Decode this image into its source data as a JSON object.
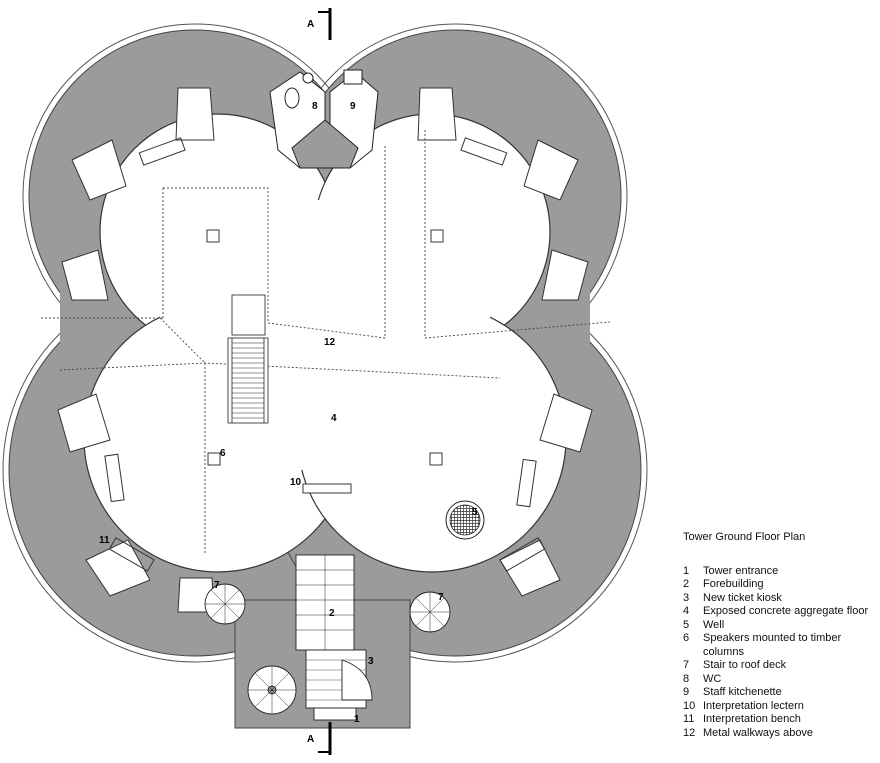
{
  "section_marker": {
    "top": "A",
    "bottom": "A"
  },
  "labels": {
    "l1": "1",
    "l2": "2",
    "l3": "3",
    "l4": "4",
    "l5": "5",
    "l6": "6",
    "l7a": "7",
    "l7b": "7",
    "l8": "8",
    "l9": "9",
    "l10": "10",
    "l11": "11",
    "l12": "12"
  },
  "legend": {
    "title": "Tower Ground Floor Plan",
    "items": [
      {
        "num": "1",
        "text": "Tower entrance"
      },
      {
        "num": "2",
        "text": "Forebuilding"
      },
      {
        "num": "3",
        "text": "New ticket kiosk"
      },
      {
        "num": "4",
        "text": "Exposed concrete aggregate floor"
      },
      {
        "num": "5",
        "text": "Well"
      },
      {
        "num": "6",
        "text": "Speakers mounted to timber columns"
      },
      {
        "num": "7",
        "text": "Stair to roof deck"
      },
      {
        "num": "8",
        "text": "WC"
      },
      {
        "num": "9",
        "text": "Staff kitchenette"
      },
      {
        "num": "10",
        "text": "Interpretation lectern"
      },
      {
        "num": "11",
        "text": "Interpretation bench"
      },
      {
        "num": "12",
        "text": "Metal walkways above"
      }
    ]
  },
  "colors": {
    "wall": "#9b9b9b",
    "floor": "#ffffff",
    "line": "#333333"
  }
}
